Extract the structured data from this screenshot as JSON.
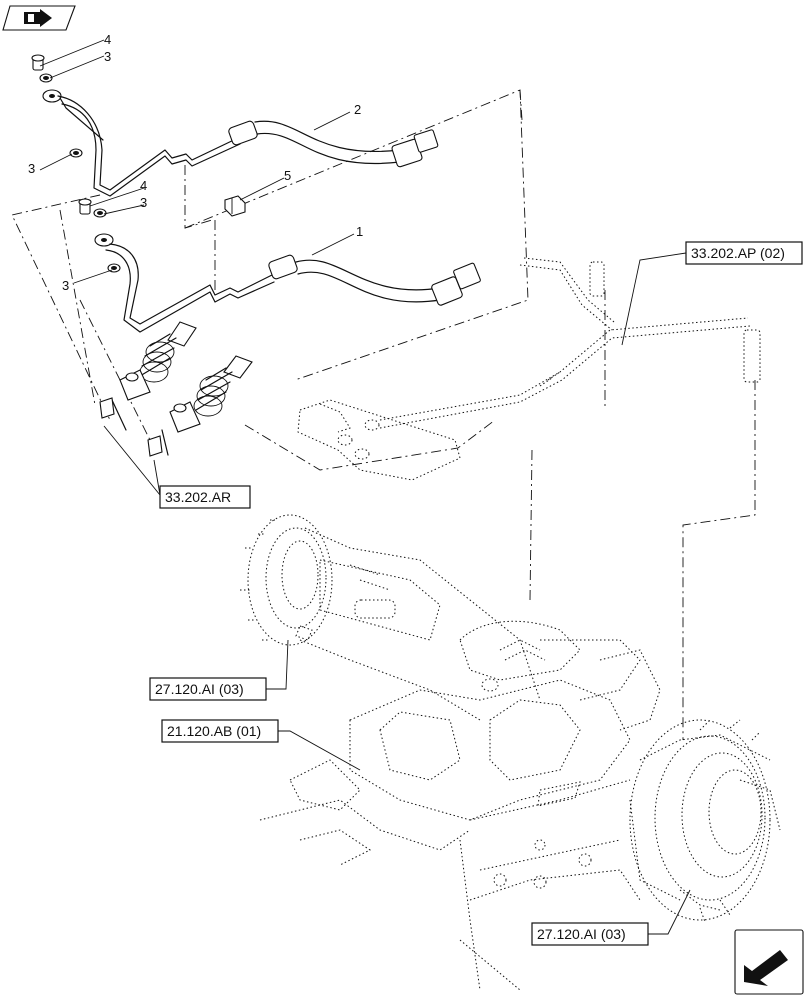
{
  "callouts": {
    "c4a": "4",
    "c3a": "3",
    "c2": "2",
    "c3b": "3",
    "c4b": "4",
    "c3c": "3",
    "c5": "5",
    "c1": "1",
    "c3d": "3"
  },
  "refs": {
    "r_33_202_ap": "33.202.AP (02)",
    "r_33_202_ar": "33.202.AR",
    "r_27_120_ai_a": "27.120.AI (03)",
    "r_21_120_ab": "21.120.AB (01)",
    "r_27_120_ai_b": "27.120.AI (03)"
  },
  "icons": {
    "top_left": "book-arrow-icon",
    "bottom_right": "next-page-arrow-icon"
  }
}
